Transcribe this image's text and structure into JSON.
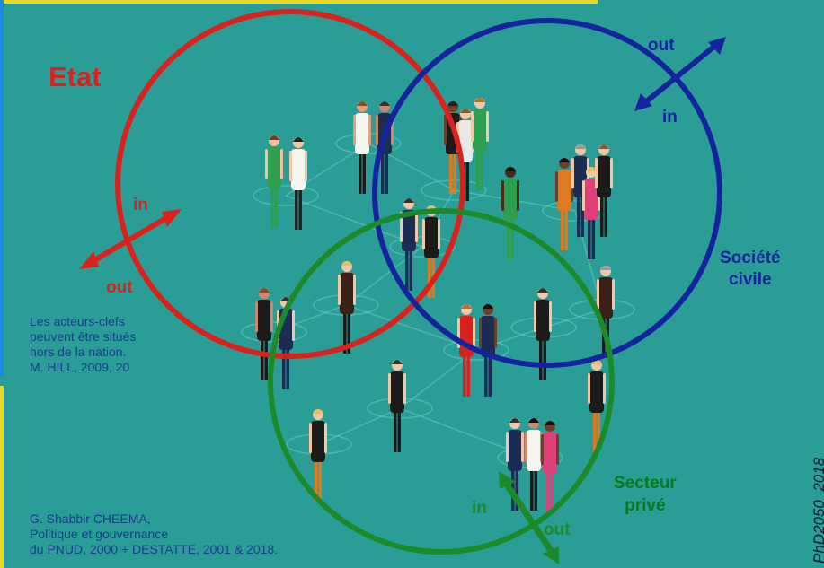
{
  "colors": {
    "background": "#2a9d96",
    "etat": "#d9221b",
    "societe_civile": "#15239e",
    "secteur_prive": "#1d8a2a",
    "text_blue": "#163f8c",
    "text_green": "#0a7a1c",
    "accent_yellow": "#ecd61e"
  },
  "circles": {
    "etat": {
      "label": "Etat",
      "in_label": "in",
      "out_label": "out"
    },
    "societe_civile": {
      "label": "Société\ncivile",
      "in_label": "in",
      "out_label": "out"
    },
    "secteur_prive": {
      "label": "Secteur\nprivé",
      "in_label": "in",
      "out_label": "out"
    }
  },
  "notes": {
    "actors": "Les acteurs-clefs\npeuvent être situés\nhors de la nation.\nM. HILL, 2009, 20",
    "source": "G. Shabbir CHEEMA,\nPolitique et gouvernance\ndu PNUD, 2000 + DESTATTE, 2001 & 2018.",
    "watermark": "PhD2050_2018"
  },
  "icons": [
    "people-network-illustration",
    "arrow-in-out-icon"
  ]
}
